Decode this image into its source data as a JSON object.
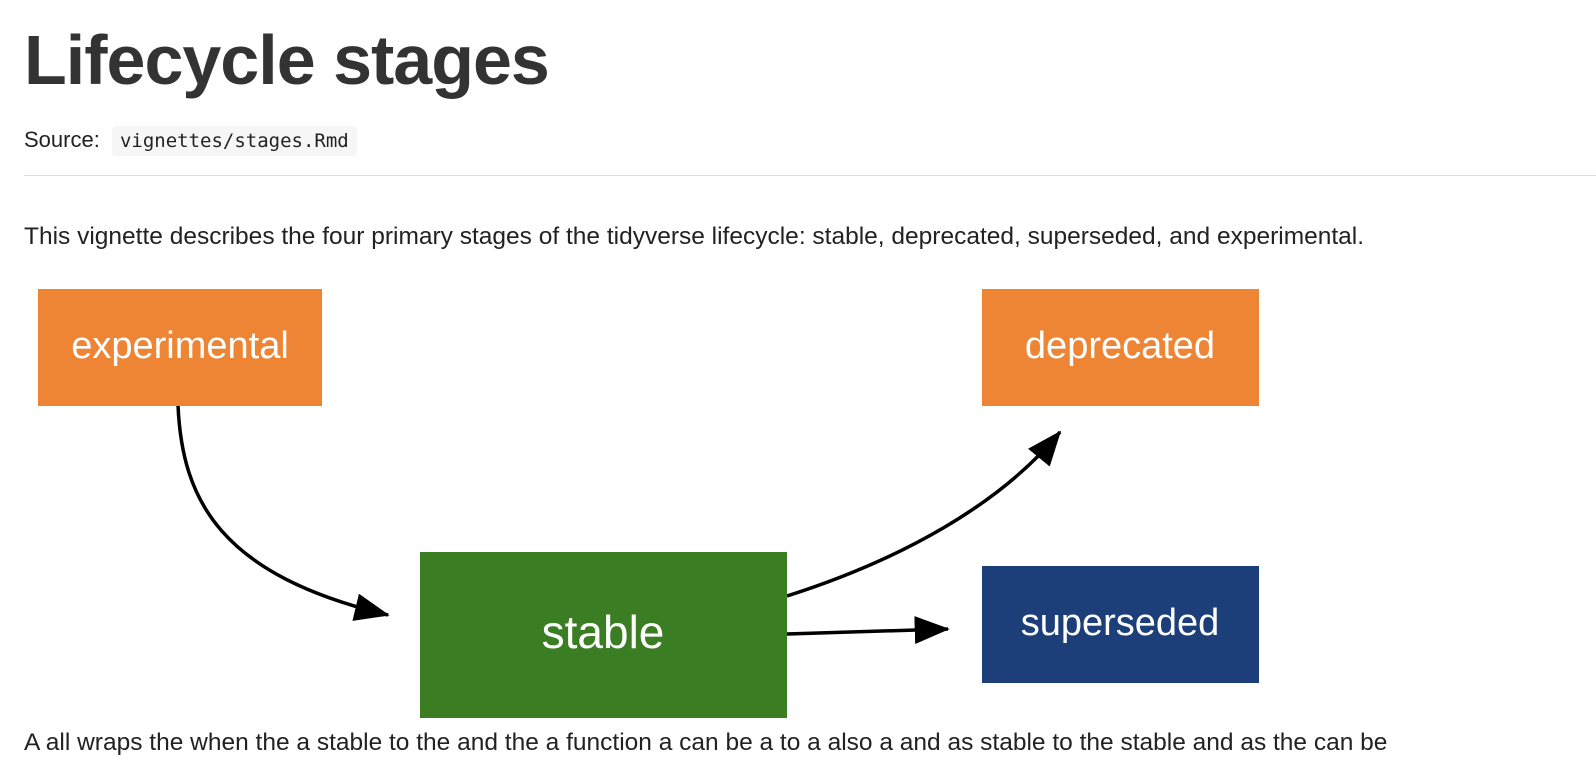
{
  "page": {
    "title": "Lifecycle stages",
    "source_label": "Source:",
    "source_path": "vignettes/stages.Rmd",
    "intro": "This vignette describes the four primary stages of the tidyverse lifecycle: stable, deprecated, superseded, and experimental.",
    "next_text": "A all wraps the when the a stable to the and the a function a can be a to a also a and as stable to the stable and as the can be"
  },
  "diagram": {
    "nodes": {
      "experimental": {
        "label": "experimental",
        "color": "#ED8534"
      },
      "deprecated": {
        "label": "deprecated",
        "color": "#ED8534"
      },
      "stable": {
        "label": "stable",
        "color": "#3B7D23"
      },
      "superseded": {
        "label": "superseded",
        "color": "#1C3F7A"
      }
    },
    "edges": [
      {
        "from": "experimental",
        "to": "stable"
      },
      {
        "from": "stable",
        "to": "deprecated"
      },
      {
        "from": "stable",
        "to": "superseded"
      }
    ]
  }
}
